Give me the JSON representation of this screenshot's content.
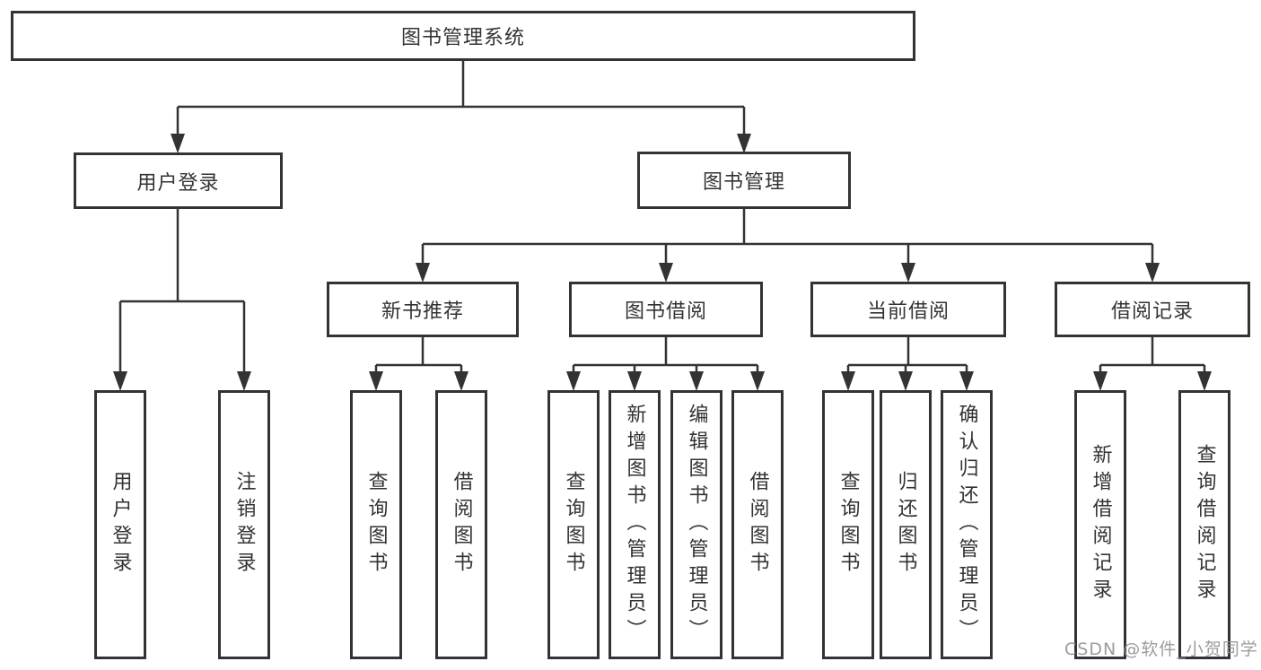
{
  "nodes": {
    "root": "图书管理系统",
    "user_login": "用户登录",
    "book_mgmt": "图书管理",
    "new_book_rec": "新书推荐",
    "book_borrow": "图书借阅",
    "current_borrow": "当前借阅",
    "borrow_record": "借阅记录",
    "ul_login": "用户登录",
    "ul_logout": "注销登录",
    "nb_query": "查询图书",
    "nb_borrow": "借阅图书",
    "bb_query": "查询图书",
    "bb_add": "新增图书（管理员）",
    "bb_edit": "编辑图书（管理员）",
    "bb_borrow": "借阅图书",
    "cb_query": "查询图书",
    "cb_return": "归还图书",
    "cb_confirm": "确认归还（管理员）",
    "br_add": "新增借阅记录",
    "br_query": "查询借阅记录"
  },
  "watermark": "CSDN @软件_小贺同学",
  "colors": {
    "line": "#333333",
    "text": "#333333",
    "box_background": "#ffffff",
    "watermark": "#949494"
  }
}
